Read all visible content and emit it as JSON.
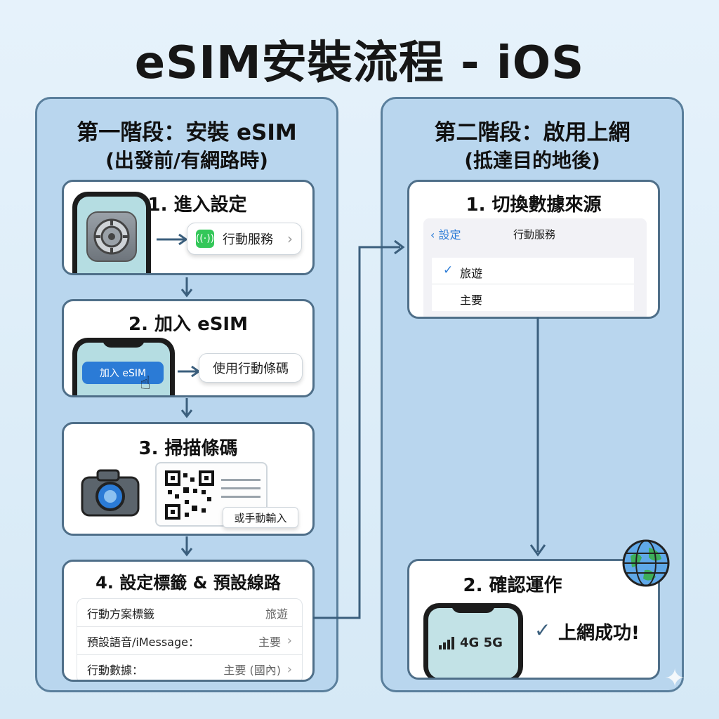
{
  "title": "eSIM安裝流程 - iOS",
  "left_panel": {
    "heading": "第一階段：安裝 eSIM",
    "subheading": "(出發前/有網路時)",
    "step1": {
      "title": "1. 進入設定",
      "pill": "行動服務",
      "chevron": "›"
    },
    "step2": {
      "title": "2. 加入 eSIM",
      "phone_button": "加入 eSIM",
      "pill": "使用行動條碼"
    },
    "step3": {
      "title": "3. 掃描條碼",
      "manual": "或手動輸入"
    },
    "step4": {
      "title": "4. 設定標籤 & 預設線路",
      "rows": [
        {
          "label": "行動方案標籤",
          "value": "旅遊",
          "chevron": ""
        },
        {
          "label": "預設語音/iMessage：",
          "value": "主要",
          "chevron": "›"
        },
        {
          "label": "行動數據：",
          "value": "主要 (國內)",
          "chevron": "›"
        }
      ]
    }
  },
  "right_panel": {
    "heading": "第二階段：啟用上網",
    "subheading": "(抵達目的地後)",
    "step1": {
      "title": "1. 切換數據來源",
      "back": "‹ 設定",
      "nav_title": "行動服務",
      "options": [
        {
          "check": "✓",
          "label": "旅遊"
        },
        {
          "check": "",
          "label": "主要"
        }
      ]
    },
    "step2": {
      "title": "2. 確認運作",
      "signal": "4G 5G",
      "success": "上網成功!"
    }
  },
  "colors": {
    "panel": "#b9d6ee",
    "border": "#4f6f89",
    "accent": "#2b7bd6",
    "green": "#34c759"
  }
}
